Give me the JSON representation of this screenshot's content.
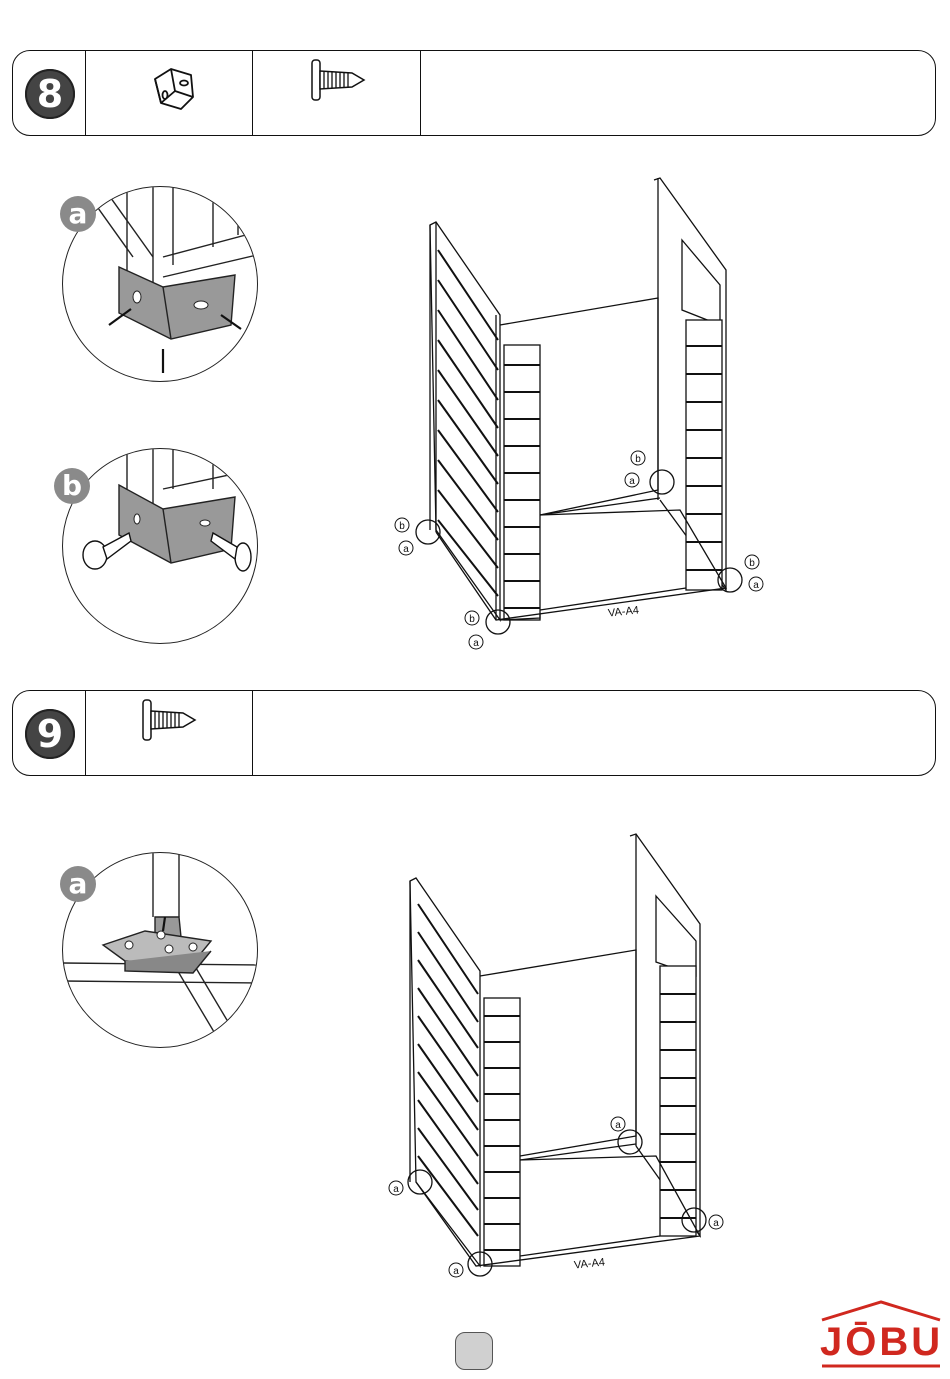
{
  "step8": {
    "number": "8",
    "detail_a_label": "a",
    "detail_b_label": "b",
    "callouts": {
      "a": "a",
      "b": "b"
    },
    "panel_label": "VA-A4"
  },
  "step9": {
    "number": "9",
    "detail_a_label": "a",
    "callouts": {
      "a": "a"
    },
    "panel_label": "VA-A4"
  },
  "logo": {
    "text": "JŌBU",
    "color": "#d0281f"
  }
}
